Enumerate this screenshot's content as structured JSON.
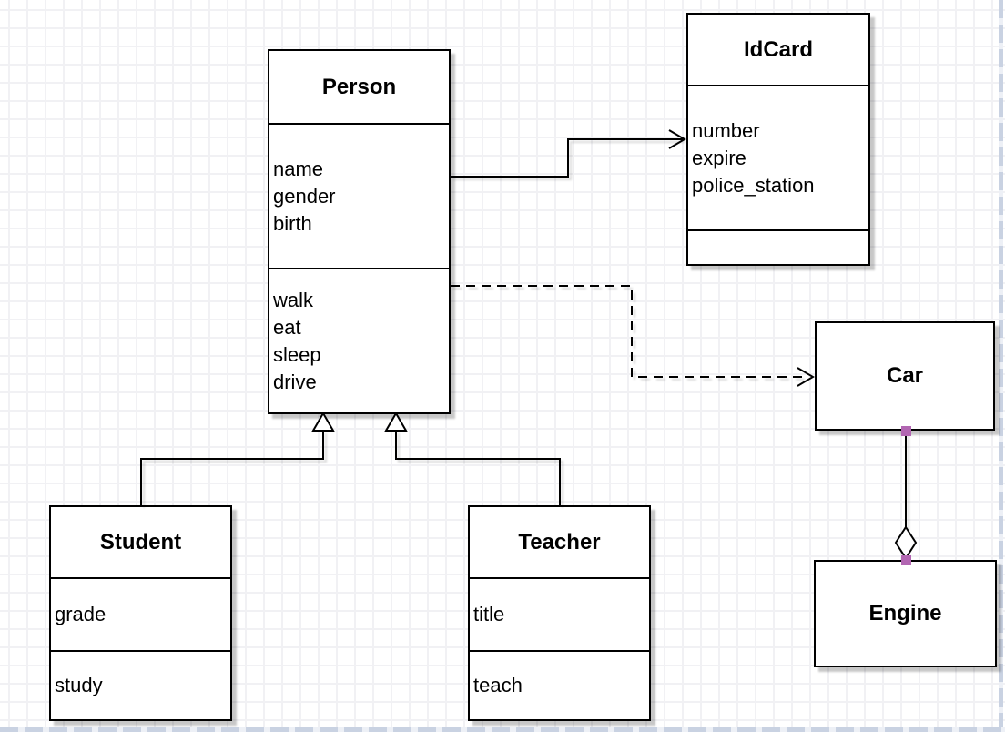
{
  "diagram": {
    "kind": "uml-class-diagram"
  },
  "classes": {
    "person": {
      "name": "Person",
      "attributes": [
        "name",
        "gender",
        "birth"
      ],
      "methods": [
        "walk",
        "eat",
        "sleep",
        "drive"
      ]
    },
    "idcard": {
      "name": "IdCard",
      "attributes": [
        "number",
        "expire",
        "police_station"
      ],
      "methods": []
    },
    "car": {
      "name": "Car",
      "attributes": [],
      "methods": []
    },
    "engine": {
      "name": "Engine",
      "attributes": [],
      "methods": []
    },
    "student": {
      "name": "Student",
      "attributes": [
        "grade"
      ],
      "methods": [
        "study"
      ]
    },
    "teacher": {
      "name": "Teacher",
      "attributes": [
        "title"
      ],
      "methods": [
        "teach"
      ]
    }
  },
  "relationships": [
    {
      "from": "Person",
      "to": "IdCard",
      "type": "association",
      "line": "solid",
      "arrow": "open"
    },
    {
      "from": "Person",
      "to": "Car",
      "type": "dependency",
      "line": "dashed",
      "arrow": "open"
    },
    {
      "from": "Student",
      "to": "Person",
      "type": "generalization",
      "line": "solid",
      "arrow": "hollow-triangle"
    },
    {
      "from": "Teacher",
      "to": "Person",
      "type": "generalization",
      "line": "solid",
      "arrow": "hollow-triangle"
    },
    {
      "from": "Car",
      "to": "Engine",
      "type": "aggregation",
      "line": "solid",
      "arrow": "hollow-diamond"
    }
  ],
  "colors": {
    "stroke": "#000000",
    "box_fill": "#ffffff",
    "connection_handle": "#b266b2",
    "grid_line": "#f1f1f4",
    "page_break": "#c9d2e2"
  }
}
